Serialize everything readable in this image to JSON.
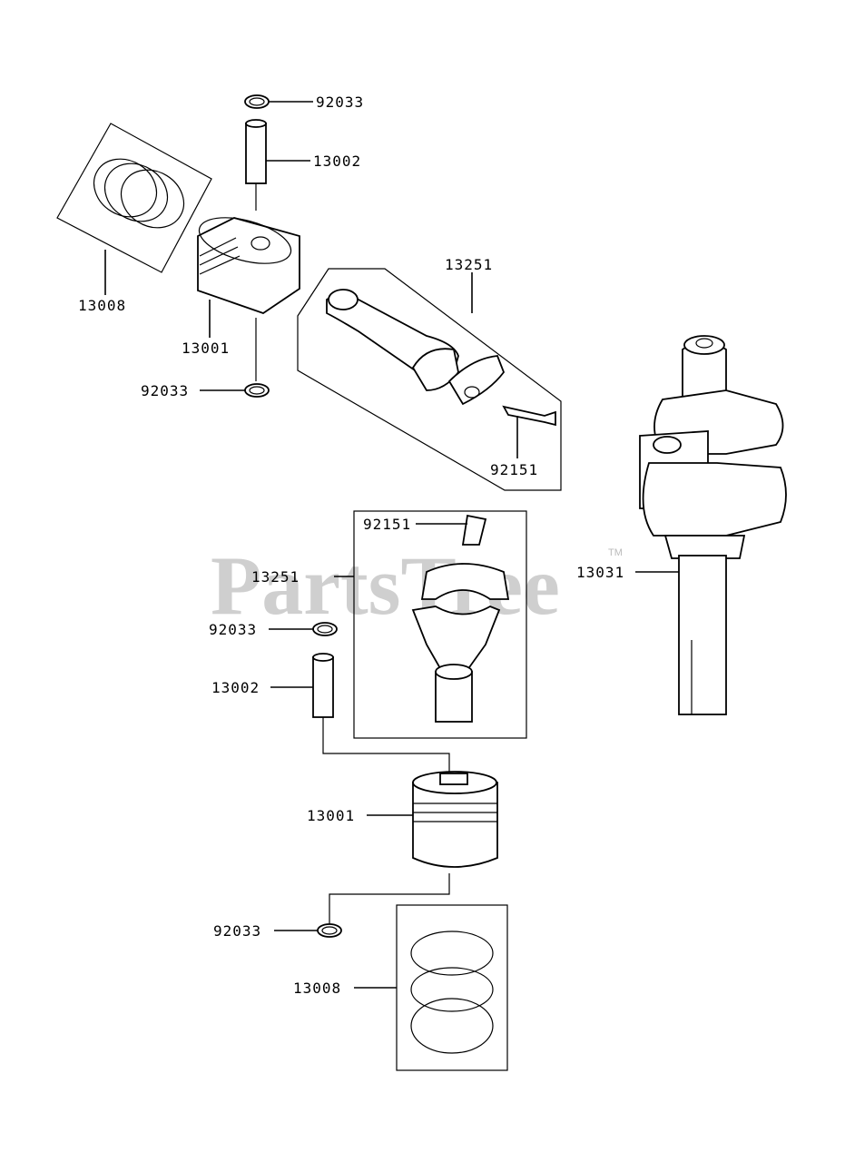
{
  "watermark": {
    "text": "PartsTree",
    "trademark": "TM"
  },
  "callouts": [
    {
      "id": "c1",
      "label": "92033"
    },
    {
      "id": "c2",
      "label": "13002"
    },
    {
      "id": "c3",
      "label": "13008"
    },
    {
      "id": "c4",
      "label": "13001"
    },
    {
      "id": "c5",
      "label": "92033"
    },
    {
      "id": "c6",
      "label": "13251"
    },
    {
      "id": "c7",
      "label": "92151"
    },
    {
      "id": "c8",
      "label": "13031"
    },
    {
      "id": "c9",
      "label": "92151"
    },
    {
      "id": "c10",
      "label": "13251"
    },
    {
      "id": "c11",
      "label": "92033"
    },
    {
      "id": "c12",
      "label": "13002"
    },
    {
      "id": "c13",
      "label": "13001"
    },
    {
      "id": "c14",
      "label": "92033"
    },
    {
      "id": "c15",
      "label": "13008"
    }
  ]
}
